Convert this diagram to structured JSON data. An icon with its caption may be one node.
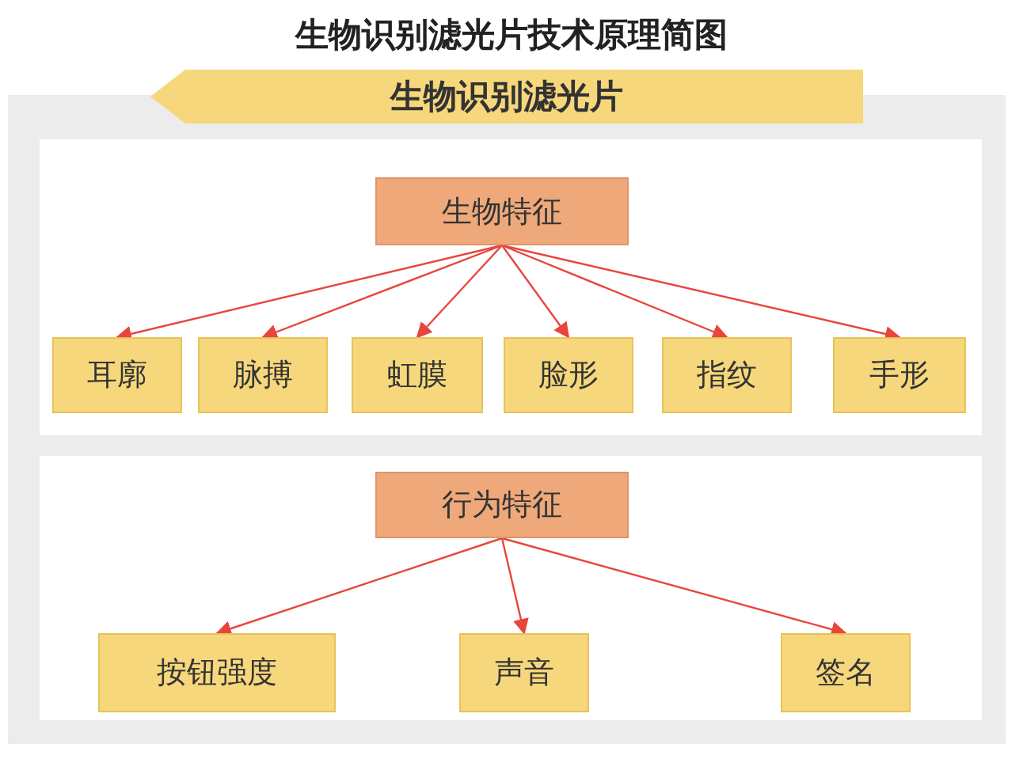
{
  "diagram": {
    "title": "生物识别滤光片技术原理简图",
    "nodes": [
      {
        "text": [
          "生物识别滤光片"
        ]
      },
      {
        "text": [
          "生物特征"
        ]
      },
      {
        "text": [
          "耳廓"
        ]
      },
      {
        "text": [
          "脉搏"
        ]
      },
      {
        "text": [
          "虹膜"
        ]
      },
      {
        "text": [
          "脸形"
        ]
      },
      {
        "text": [
          "指纹"
        ]
      },
      {
        "text": [
          "手形"
        ]
      },
      {
        "text": [
          "行为特征"
        ]
      },
      {
        "text": [
          "按钮强度"
        ]
      },
      {
        "text": [
          "声音"
        ]
      },
      {
        "text": [
          "签名"
        ]
      }
    ],
    "edges": [
      {
        "from": 1,
        "to": 2,
        "arrow": "to"
      },
      {
        "from": 1,
        "to": 3,
        "arrow": "to"
      },
      {
        "from": 1,
        "to": 4,
        "arrow": "to"
      },
      {
        "from": 1,
        "to": 5,
        "arrow": "to"
      },
      {
        "from": 1,
        "to": 6,
        "arrow": "to"
      },
      {
        "from": 1,
        "to": 7,
        "arrow": "to"
      },
      {
        "from": 8,
        "to": 9,
        "arrow": "to"
      },
      {
        "from": 8,
        "to": 10,
        "arrow": "to"
      },
      {
        "from": 8,
        "to": 11,
        "arrow": "to"
      }
    ]
  }
}
